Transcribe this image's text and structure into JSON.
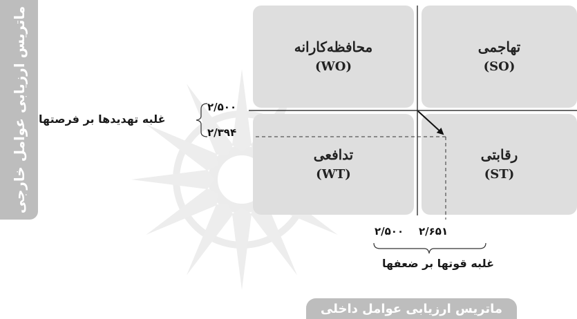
{
  "side_label": "ماتریس ارزیابی عوامل خارجی",
  "bottom_label": "ماتریس ارزیابی عوامل داخلی",
  "quadrants": {
    "wo": {
      "name": "محافظه‌کارانه",
      "code": "(WO)"
    },
    "so": {
      "name": "تهاجمی",
      "code": "(SO)"
    },
    "wt": {
      "name": "تدافعی",
      "code": "(WT)"
    },
    "st": {
      "name": "رقابتی",
      "code": "(ST)"
    }
  },
  "vertical_axis": {
    "label": "غلبه تهدیدها بر فرصتها",
    "midpoint": "۲/۵۰۰",
    "score": "۲/۳۹۴"
  },
  "horizontal_axis": {
    "label": "غلبه قوتها بر ضعفها",
    "midpoint": "۲/۵۰۰",
    "score": "۲/۶۵۱"
  },
  "colors": {
    "quadrant_fill": "#dedede",
    "label_box": "#bdbdbd",
    "watermark": "#ececec"
  }
}
